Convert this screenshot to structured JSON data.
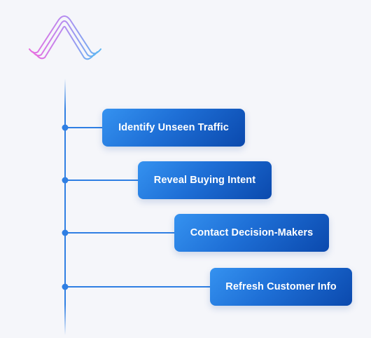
{
  "logo": {
    "icon": "wave-peak-logo-icon",
    "colors": {
      "gradient_start": "#e86ee0",
      "gradient_mid": "#b48cf0",
      "gradient_end": "#5fb6f2"
    }
  },
  "timeline": {
    "line_color": "#2f7fe3",
    "steps": [
      {
        "label": "Identify Unseen Traffic"
      },
      {
        "label": "Reveal Buying Intent"
      },
      {
        "label": "Contact Decision-Makers"
      },
      {
        "label": "Refresh Customer Info"
      }
    ]
  },
  "colors": {
    "background": "#f5f6fa",
    "card_gradient_start": "#3592f0",
    "card_gradient_end": "#0b49ad",
    "card_text": "#ffffff"
  }
}
